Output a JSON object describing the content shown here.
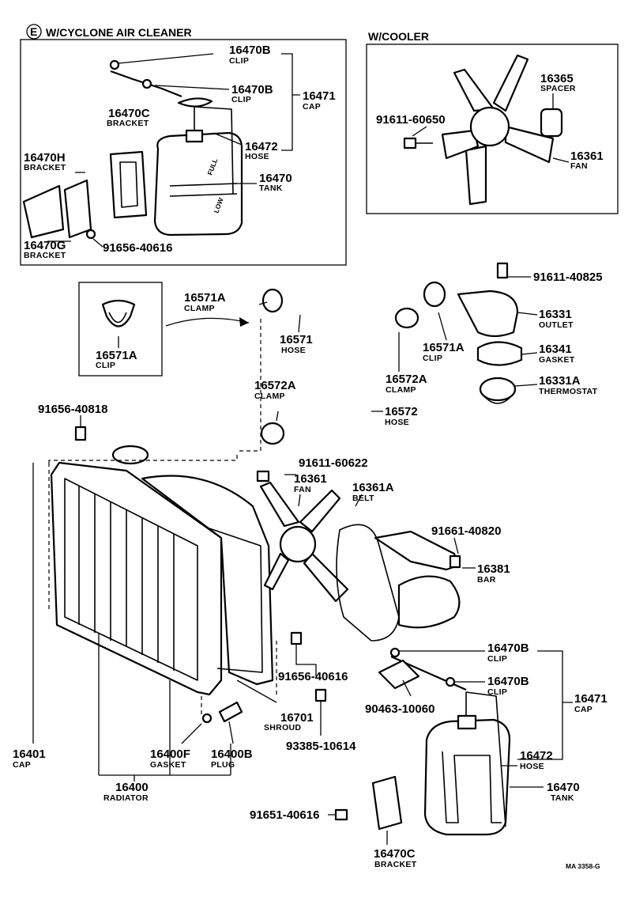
{
  "header": {
    "cyclone_letter": "E",
    "cyclone_title": "W/CYCLONE AIR CLEANER",
    "cooler_title": "W/COOLER"
  },
  "cyclone_box": {
    "clip_top": {
      "num": "16470B",
      "desc": "CLIP"
    },
    "clip_mid": {
      "num": "16470B",
      "desc": "CLIP"
    },
    "cap": {
      "num": "16471",
      "desc": "CAP"
    },
    "bracket_c": {
      "num": "16470C",
      "desc": "BRACKET"
    },
    "hose": {
      "num": "16472",
      "desc": "HOSE"
    },
    "bracket_h": {
      "num": "16470H",
      "desc": "BRACKET"
    },
    "tank": {
      "num": "16470",
      "desc": "TANK"
    },
    "bracket_g": {
      "num": "16470G",
      "desc": "BRACKET"
    },
    "bolt": {
      "num": "91656-40616"
    },
    "tank_full": "FULL",
    "tank_low": "LOW"
  },
  "cooler_box": {
    "spacer": {
      "num": "16365",
      "desc": "SPACER"
    },
    "bolt": {
      "num": "91611-60650"
    },
    "fan": {
      "num": "16361",
      "desc": "FAN"
    }
  },
  "main": {
    "clamp_571a_left": {
      "num": "16571A",
      "desc": "CLAMP"
    },
    "clip_inset": {
      "num": "16571A",
      "desc": "CLIP"
    },
    "hose_571": {
      "num": "16571",
      "desc": "HOSE"
    },
    "clip_571a_right": {
      "num": "16571A",
      "desc": "CLIP"
    },
    "bolt_40825": {
      "num": "91611-40825"
    },
    "outlet": {
      "num": "16331",
      "desc": "OUTLET"
    },
    "gasket_341": {
      "num": "16341",
      "desc": "GASKET"
    },
    "thermostat": {
      "num": "16331A",
      "desc": "THERMOSTAT"
    },
    "clamp_572a_left": {
      "num": "16572A",
      "desc": "CLAMP"
    },
    "clamp_572a_right": {
      "num": "16572A",
      "desc": "CLAMP"
    },
    "hose_572": {
      "num": "16572",
      "desc": "HOSE"
    },
    "bolt_40818": {
      "num": "91656-40818"
    },
    "bolt_60622": {
      "num": "91611-60622"
    },
    "fan": {
      "num": "16361",
      "desc": "FAN"
    },
    "belt": {
      "num": "16361A",
      "desc": "BELT"
    },
    "bolt_40820": {
      "num": "91661-40820"
    },
    "bar": {
      "num": "16381",
      "desc": "BAR"
    },
    "bolt_40616_mid": {
      "num": "91656-40616"
    },
    "shroud": {
      "num": "16701",
      "desc": "SHROUD"
    },
    "bolt_10614": {
      "num": "93385-10614"
    },
    "cap_401": {
      "num": "16401",
      "desc": "CAP"
    },
    "gasket_400f": {
      "num": "16400F",
      "desc": "GASKET"
    },
    "plug_400b": {
      "num": "16400B",
      "desc": "PLUG"
    },
    "radiator": {
      "num": "16400",
      "desc": "RADIATOR"
    },
    "clip_b_top": {
      "num": "16470B",
      "desc": "CLIP"
    },
    "clip_b_mid": {
      "num": "16470B",
      "desc": "CLIP"
    },
    "cap_471": {
      "num": "16471",
      "desc": "CAP"
    },
    "bolt_10060": {
      "num": "90463-10060"
    },
    "hose_472": {
      "num": "16472",
      "desc": "HOSE"
    },
    "tank_470": {
      "num": "16470",
      "desc": "TANK"
    },
    "bolt_40616_low": {
      "num": "91651-40616"
    },
    "bracket_470c": {
      "num": "16470C",
      "desc": "BRACKET"
    }
  },
  "footer": {
    "code": "MA 3358-G"
  }
}
